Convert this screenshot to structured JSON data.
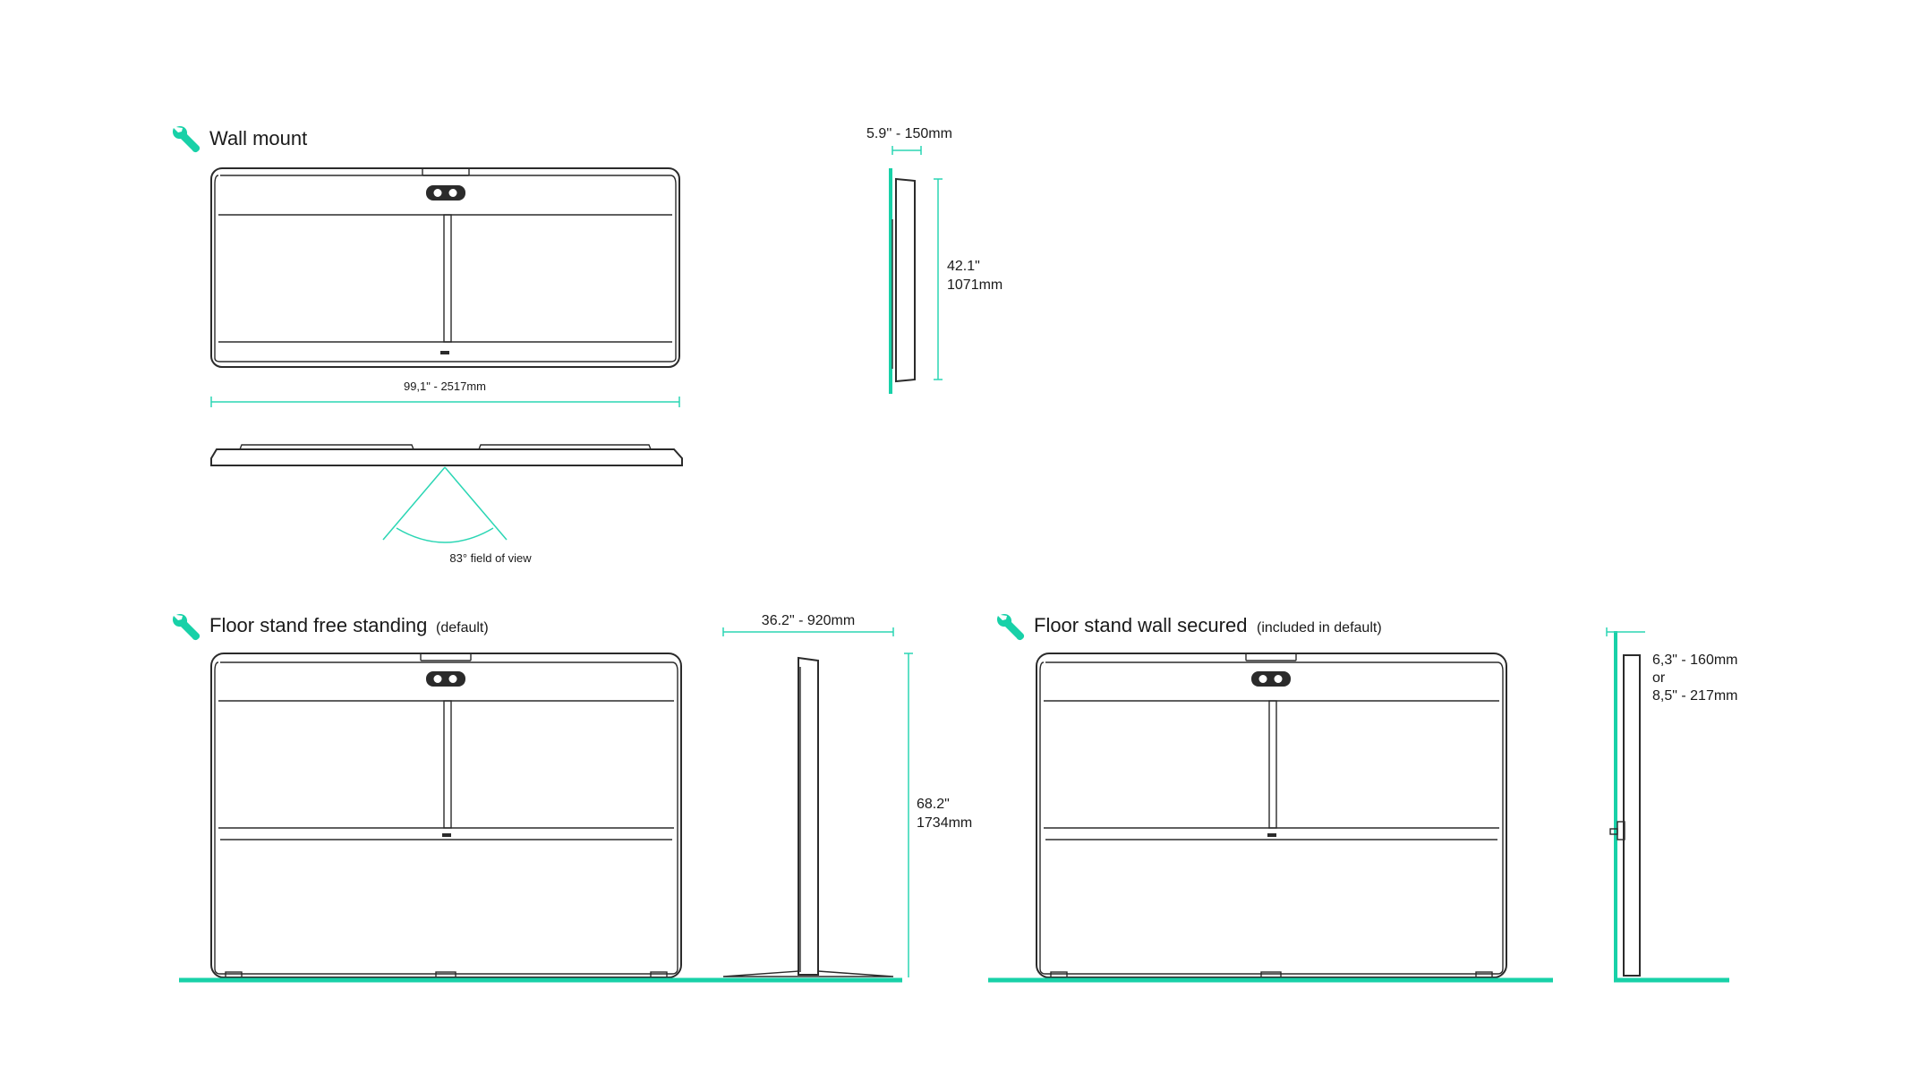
{
  "sections": {
    "wall_mount": {
      "title": "Wall mount"
    },
    "floor_free": {
      "title": "Floor stand free standing",
      "note": "(default)"
    },
    "floor_wall": {
      "title": "Floor stand wall secured",
      "note": "(included in default)"
    }
  },
  "dimensions": {
    "wall_depth": "5.9'' - 150mm",
    "wall_height_in": "42.1\"",
    "wall_height_mm": "1071mm",
    "width": "99,1\" - 2517mm",
    "field_of_view": "83° field of view",
    "stand_depth": "36.2\" - 920mm",
    "stand_height_in": "68.2\"",
    "stand_height_mm": "1734mm",
    "secured_depth_1": "6,3\" - 160mm",
    "secured_or": "or",
    "secured_depth_2": "8,5\" - 217mm"
  },
  "icons": [
    "wrench-icon"
  ],
  "colors": {
    "accent": "#18d1a8",
    "line": "#2b2b2b"
  }
}
